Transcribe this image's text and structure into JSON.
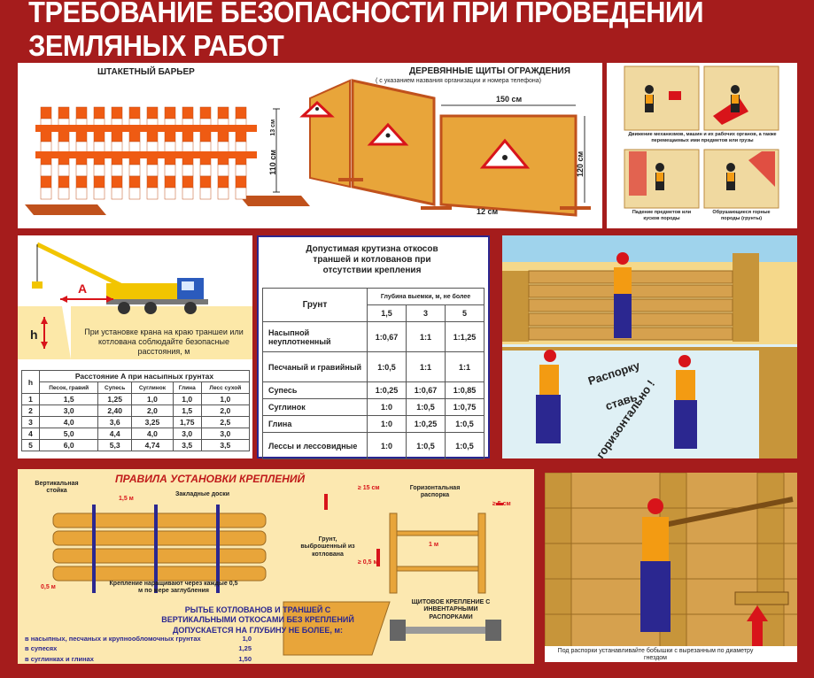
{
  "poster": {
    "title": "ТРЕБОВАНИЕ БЕЗОПАСНОСТИ ПРИ ПРОВЕДЕНИИ ЗЕМЛЯНЫХ РАБОТ"
  },
  "barrier_panel": {
    "picket_label": "ШТАКЕТНЫЙ БАРЬЕР",
    "height_110": "110 см",
    "height_13": "13 см",
    "shields_label": "ДЕРЕВЯННЫЕ ЩИТЫ ОГРАЖДЕНИЯ",
    "shields_note": "( с указанием названия организации и номера телефона)",
    "width_150": "150 см",
    "height_120": "120 см",
    "gap_12": "12 см"
  },
  "hazards_panel": {
    "caption_top": "Движение механизмов, машин и их рабочих органов, а также перемещаемых ими предметов или грузы",
    "caption_left": "Падение предметов или кусков породы",
    "caption_right": "Обрушающиеся горные породы (грунты)"
  },
  "crane_panel": {
    "label_a": "A",
    "label_h": "h",
    "caption": "При установке крана на краю траншеи или котлована соблюдайте безопасные расстояния, м"
  },
  "distance_table": {
    "h_header": "h",
    "group_header": "Расстояние А при насыпных грунтах",
    "columns": [
      "Песок, гравий",
      "Супесь",
      "Суглинок",
      "Глина",
      "Лесс сухой"
    ],
    "rows": [
      [
        "1",
        "1,5",
        "1,25",
        "1,0",
        "1,0",
        "1,0"
      ],
      [
        "2",
        "3,0",
        "2,40",
        "2,0",
        "1,5",
        "2,0"
      ],
      [
        "3",
        "4,0",
        "3,6",
        "3,25",
        "1,75",
        "2,5"
      ],
      [
        "4",
        "5,0",
        "4,4",
        "4,0",
        "3,0",
        "3,0"
      ],
      [
        "5",
        "6,0",
        "5,3",
        "4,74",
        "3,5",
        "3,5"
      ]
    ]
  },
  "slope_table": {
    "title": "Допустимая крутизна откосов траншей и котлованов при отсутствии крепления",
    "soil_header": "Грунт",
    "depth_header": "Глубина выемки, м, не более",
    "depths": [
      "1,5",
      "3",
      "5"
    ],
    "rows": [
      [
        "Насыпной неуплотненный",
        "1:0,67",
        "1:1",
        "1:1,25"
      ],
      [
        "Песчаный и гравийный",
        "1:0,5",
        "1:1",
        "1:1"
      ],
      [
        "Супесь",
        "1:0,25",
        "1:0,67",
        "1:0,85"
      ],
      [
        "Суглинок",
        "1:0",
        "1:0,5",
        "1:0,75"
      ],
      [
        "Глина",
        "1:0",
        "1:0,25",
        "1:0,5"
      ],
      [
        "Лессы и лессовидные",
        "1:0",
        "1:0,5",
        "1:0,5"
      ]
    ]
  },
  "strut_panel": {
    "word1": "Распорку",
    "word2": "ставь",
    "word3": "горизонтально !"
  },
  "rules_panel": {
    "title": "ПРАВИЛА УСТАНОВКИ КРЕПЛЕНИЙ",
    "vertical_post": "Вертикальная стойка",
    "planks": "Закладные доски",
    "spacing": "1,5 м",
    "depth_05": "0,5 м",
    "build_note": "Крепление наращивают через каждые 0,5 м по мере заглубления",
    "over_15": "≥ 15 см",
    "horizontal_strut": "Горизонтальная распорка",
    "over_5": "≥ 5 см",
    "soil_dump": "Грунт, выброшенный из котлована",
    "one_m": "1 м",
    "over_05": "≥ 0,5 м",
    "shield_note": "ЩИТОВОЕ КРЕПЛЕНИЕ С ИНВЕНТАРНЫМИ РАСПОРКАМИ",
    "warning": "РЫТЬЕ КОТЛОВАНОВ И ТРАНШЕЙ С ВЕРТИКАЛЬНЫМИ ОТКОСАМИ БЕЗ КРЕПЛЕНИЙ ДОПУСКАЕТСЯ НА ГЛУБИНУ НЕ БОЛЕЕ, м:",
    "soils": [
      {
        "label": "в насыпных, песчаных и крупнообломочных грунтах",
        "value": "1,0"
      },
      {
        "label": "в супесях",
        "value": "1,25"
      },
      {
        "label": "в суглинках и глинах",
        "value": "1,50"
      }
    ]
  },
  "worker_panel": {
    "caption": "Под распорки устанавливайте бобышки с вырезанным по диаметру гнездом"
  },
  "colors": {
    "background": "#a51c1c",
    "wood": "#e8a53a",
    "sand": "#fce8a8",
    "accent_red": "#d8141a",
    "warning_blue": "#2b2790"
  }
}
